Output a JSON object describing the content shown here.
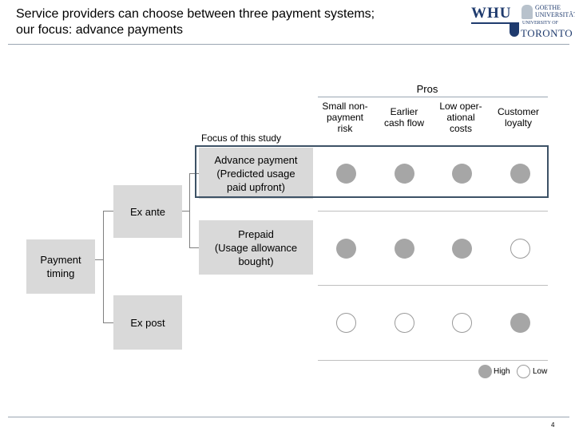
{
  "title_line1": "Service providers can choose between three payment systems;",
  "title_line2": "our focus: advance payments",
  "logos": {
    "whu": "WHU",
    "goethe": "GOETHE UNIVERSITÄT",
    "toronto_small": "UNIVERSITY OF",
    "toronto": "TORONTO"
  },
  "pros_label": "Pros",
  "focus_label": "Focus of this study",
  "columns": [
    [
      "Small non-",
      "payment",
      "risk"
    ],
    [
      "Earlier",
      "cash flow"
    ],
    [
      "Low oper-",
      "ational",
      "costs"
    ],
    [
      "Customer",
      "loyalty"
    ]
  ],
  "root": [
    "Payment",
    "timing"
  ],
  "branch_ante": "Ex ante",
  "branch_post": "Ex post",
  "advance": [
    "Advance payment",
    "(Predicted usage",
    "paid upfront)"
  ],
  "prepaid": [
    "Prepaid",
    "(Usage allowance",
    "bought)"
  ],
  "ratings": {
    "advance": [
      "high",
      "high",
      "high",
      "high"
    ],
    "prepaid": [
      "high",
      "high",
      "high",
      "low"
    ],
    "post": [
      "low",
      "low",
      "low",
      "high"
    ]
  },
  "legend": {
    "high": "High",
    "low": "Low"
  },
  "page_number": "4",
  "colors": {
    "high": "#a6a6a6",
    "focus_border": "#3d5266",
    "box": "#d9d9d9"
  }
}
